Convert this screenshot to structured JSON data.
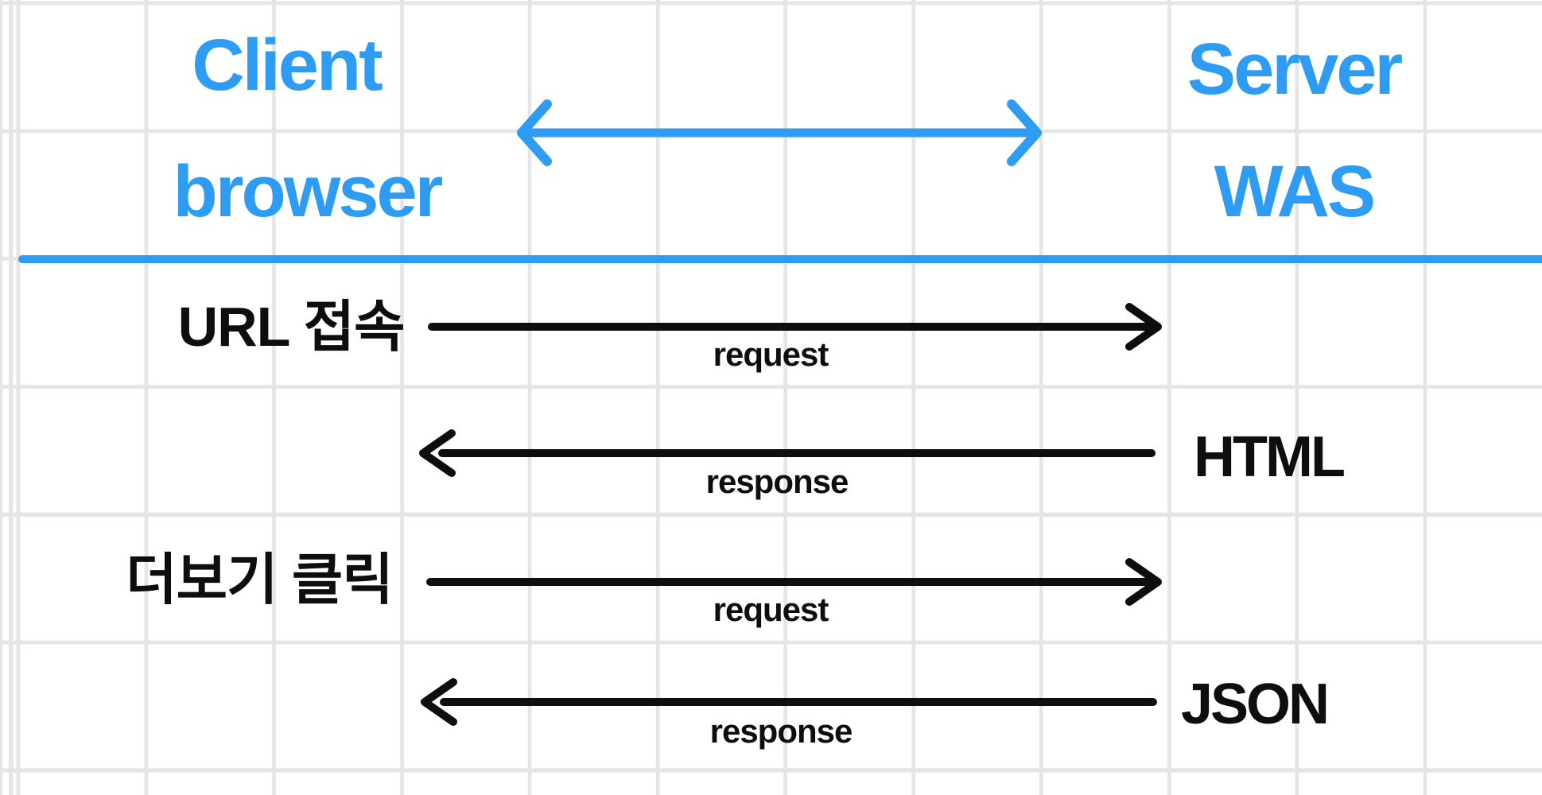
{
  "colors": {
    "accent": "#2e9cf2",
    "ink": "#0e0e0e",
    "grid_line": "#e5e5e5",
    "background": "#ffffff"
  },
  "actors": {
    "client": {
      "line1": "Client",
      "line2": "browser"
    },
    "server": {
      "line1": "Server",
      "line2": "WAS"
    }
  },
  "flows": [
    {
      "action": "URL 접속",
      "arrow_label": "request",
      "direction": "right"
    },
    {
      "arrow_label": "response",
      "direction": "left",
      "result": "HTML"
    },
    {
      "action": "더보기 클릭",
      "arrow_label": "request",
      "direction": "right"
    },
    {
      "arrow_label": "response",
      "direction": "left",
      "result": "JSON"
    }
  ]
}
